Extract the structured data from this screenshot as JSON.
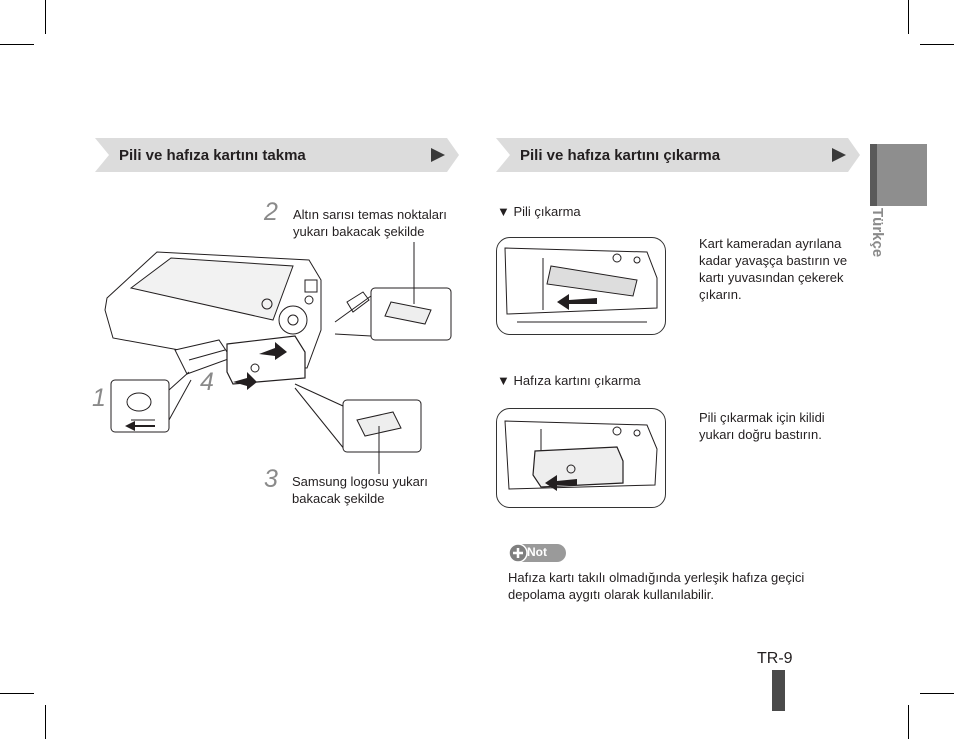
{
  "left_section": {
    "title": "Pili ve hafıza kartını takma",
    "step2": {
      "number": "2",
      "line1": "Altın sarısı temas noktaları",
      "line2": "yukarı bakacak şekilde"
    },
    "step3": {
      "number": "3",
      "line1": "Samsung logosu yukarı",
      "line2": "bakacak şekilde"
    },
    "step1_number": "1",
    "step4_number": "4"
  },
  "right_section": {
    "title": "Pili ve hafıza kartını çıkarma",
    "battery": {
      "heading": "▼ Pili çıkarma",
      "lines": [
        "Kart kameradan ayrılana",
        "kadar yavaşça bastırın ve",
        "kartı yuvasından çekerek",
        "çıkarın."
      ]
    },
    "card": {
      "heading": "▼ Hafıza kartını çıkarma",
      "lines": [
        "Pili çıkarmak için kilidi",
        "yukarı doğru bastırın."
      ]
    },
    "note": {
      "badge": "Not",
      "line1": "Hafıza kartı takılı olmadığında yerleşik hafıza geçici",
      "line2": "depolama aygıtı olarak kullanılabilir."
    }
  },
  "side_tab_label": "Türkçe",
  "page_number": "TR-9",
  "colors": {
    "banner": "#dcdcdc",
    "tab": "#8e8e8e",
    "badge": "#9a9a9a"
  }
}
